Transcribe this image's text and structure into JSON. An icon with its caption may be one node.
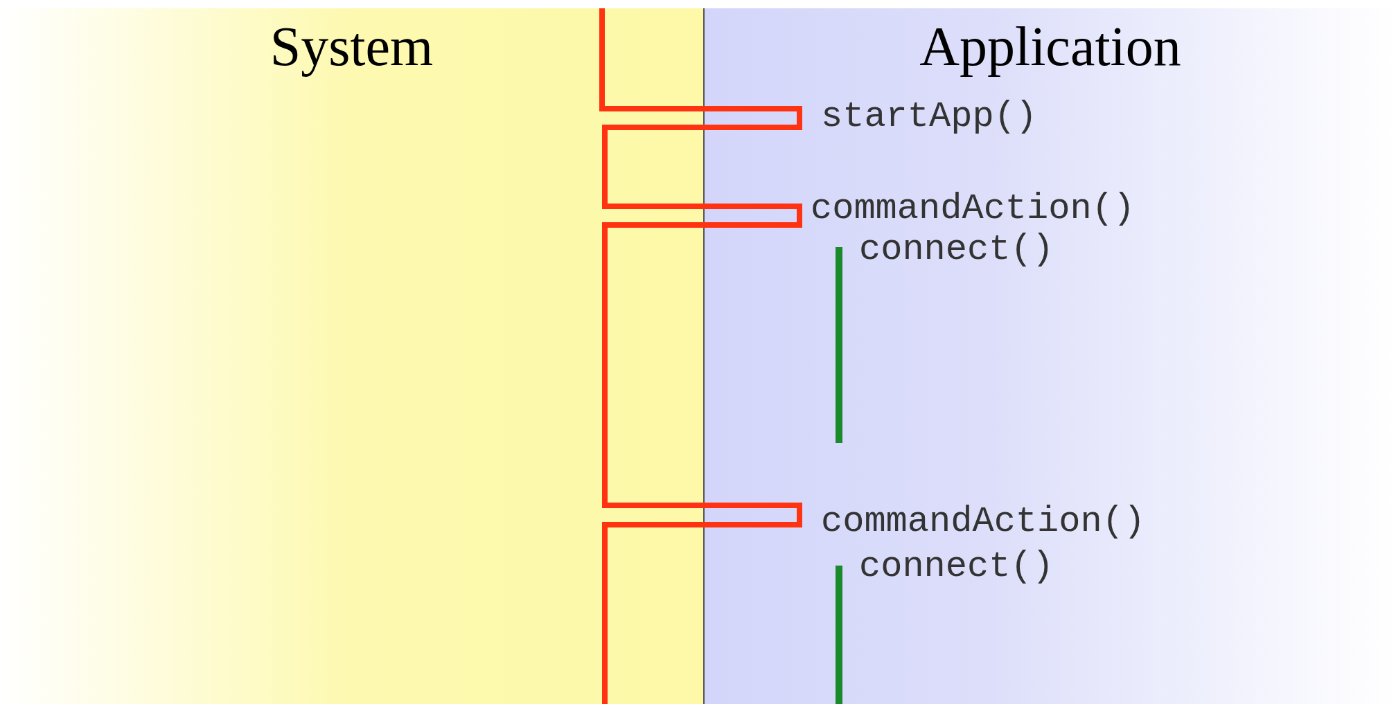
{
  "diagram": {
    "nodes": [
      {
        "text": [
          "System"
        ]
      },
      {
        "text": [
          "Application"
        ]
      }
    ],
    "labels": [
      "startApp()",
      "commandAction()",
      "connect()",
      "commandAction()",
      "connect()"
    ]
  }
}
